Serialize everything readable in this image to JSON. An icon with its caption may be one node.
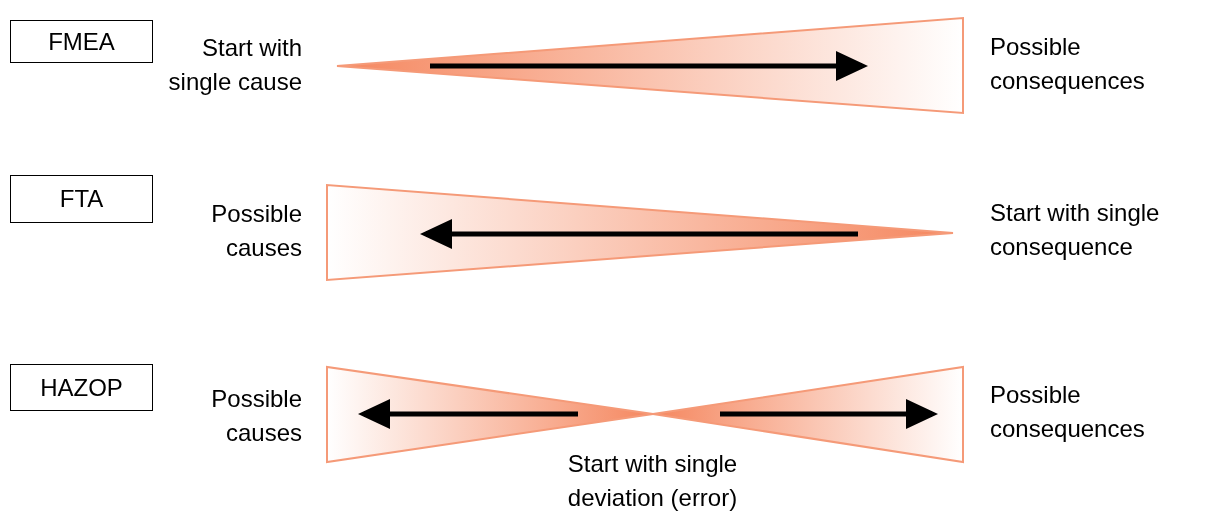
{
  "diagram": {
    "nodes": [
      {
        "text": [
          "FMEA"
        ]
      },
      {
        "text": [
          "FTA"
        ]
      },
      {
        "text": [
          "HAZOP"
        ]
      }
    ],
    "labels": [
      "Start with single cause",
      "Possible consequences",
      "Possible causes",
      "Start with single consequence",
      "Possible causes",
      "Possible consequences",
      "Start with single deviation (error)"
    ]
  }
}
